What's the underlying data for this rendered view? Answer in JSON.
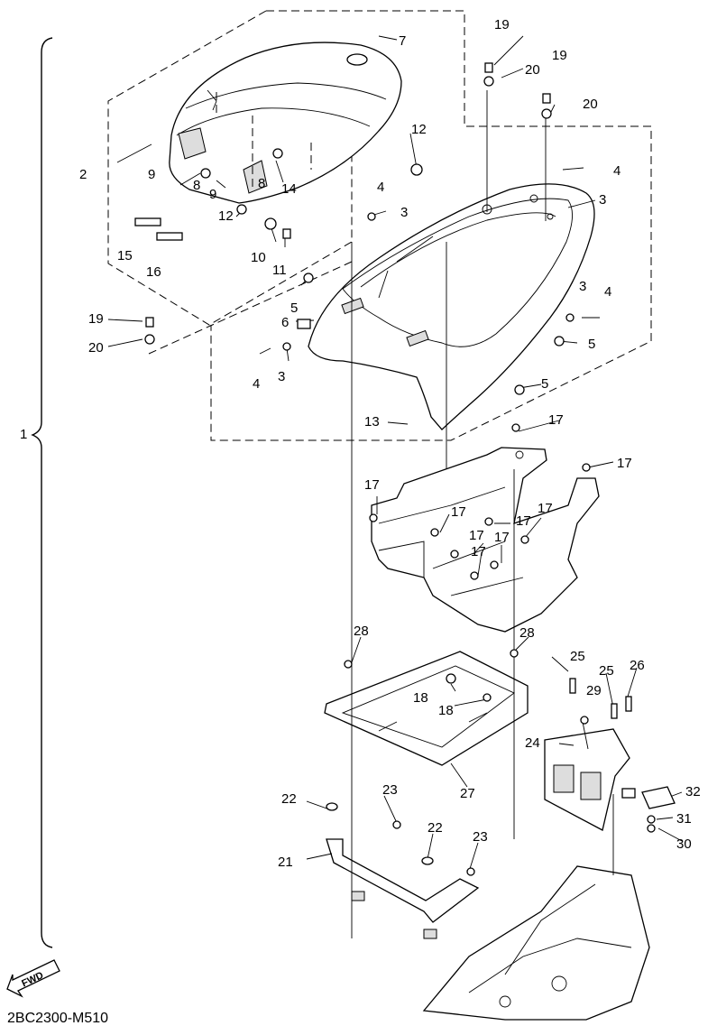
{
  "drawing_code": "2BC2300-M510",
  "fwd_label": "FWD",
  "callouts": {
    "c1": "1",
    "c2": "2",
    "c3a": "3",
    "c3b": "3",
    "c3c": "3",
    "c3d": "3",
    "c4a": "4",
    "c4b": "4",
    "c4c": "4",
    "c4d": "4",
    "c5a": "5",
    "c5b": "5",
    "c5c": "5",
    "c6": "6",
    "c7": "7",
    "c8a": "8",
    "c8b": "8",
    "c9a": "9",
    "c9b": "9",
    "c10": "10",
    "c11": "11",
    "c12a": "12",
    "c12b": "12",
    "c13": "13",
    "c14": "14",
    "c15": "15",
    "c16": "16",
    "c17a": "17",
    "c17b": "17",
    "c17c": "17",
    "c17d": "17",
    "c17e": "17",
    "c17f": "17",
    "c17g": "17",
    "c17h": "17",
    "c17i": "17",
    "c18a": "18",
    "c18b": "18",
    "c19a": "19",
    "c19b": "19",
    "c19c": "19",
    "c20a": "20",
    "c20b": "20",
    "c20c": "20",
    "c21": "21",
    "c22a": "22",
    "c22b": "22",
    "c23a": "23",
    "c23b": "23",
    "c24": "24",
    "c25a": "25",
    "c25b": "25",
    "c26": "26",
    "c27": "27",
    "c28a": "28",
    "c28b": "28",
    "c29": "29",
    "c30": "30",
    "c31": "31",
    "c32": "32"
  }
}
